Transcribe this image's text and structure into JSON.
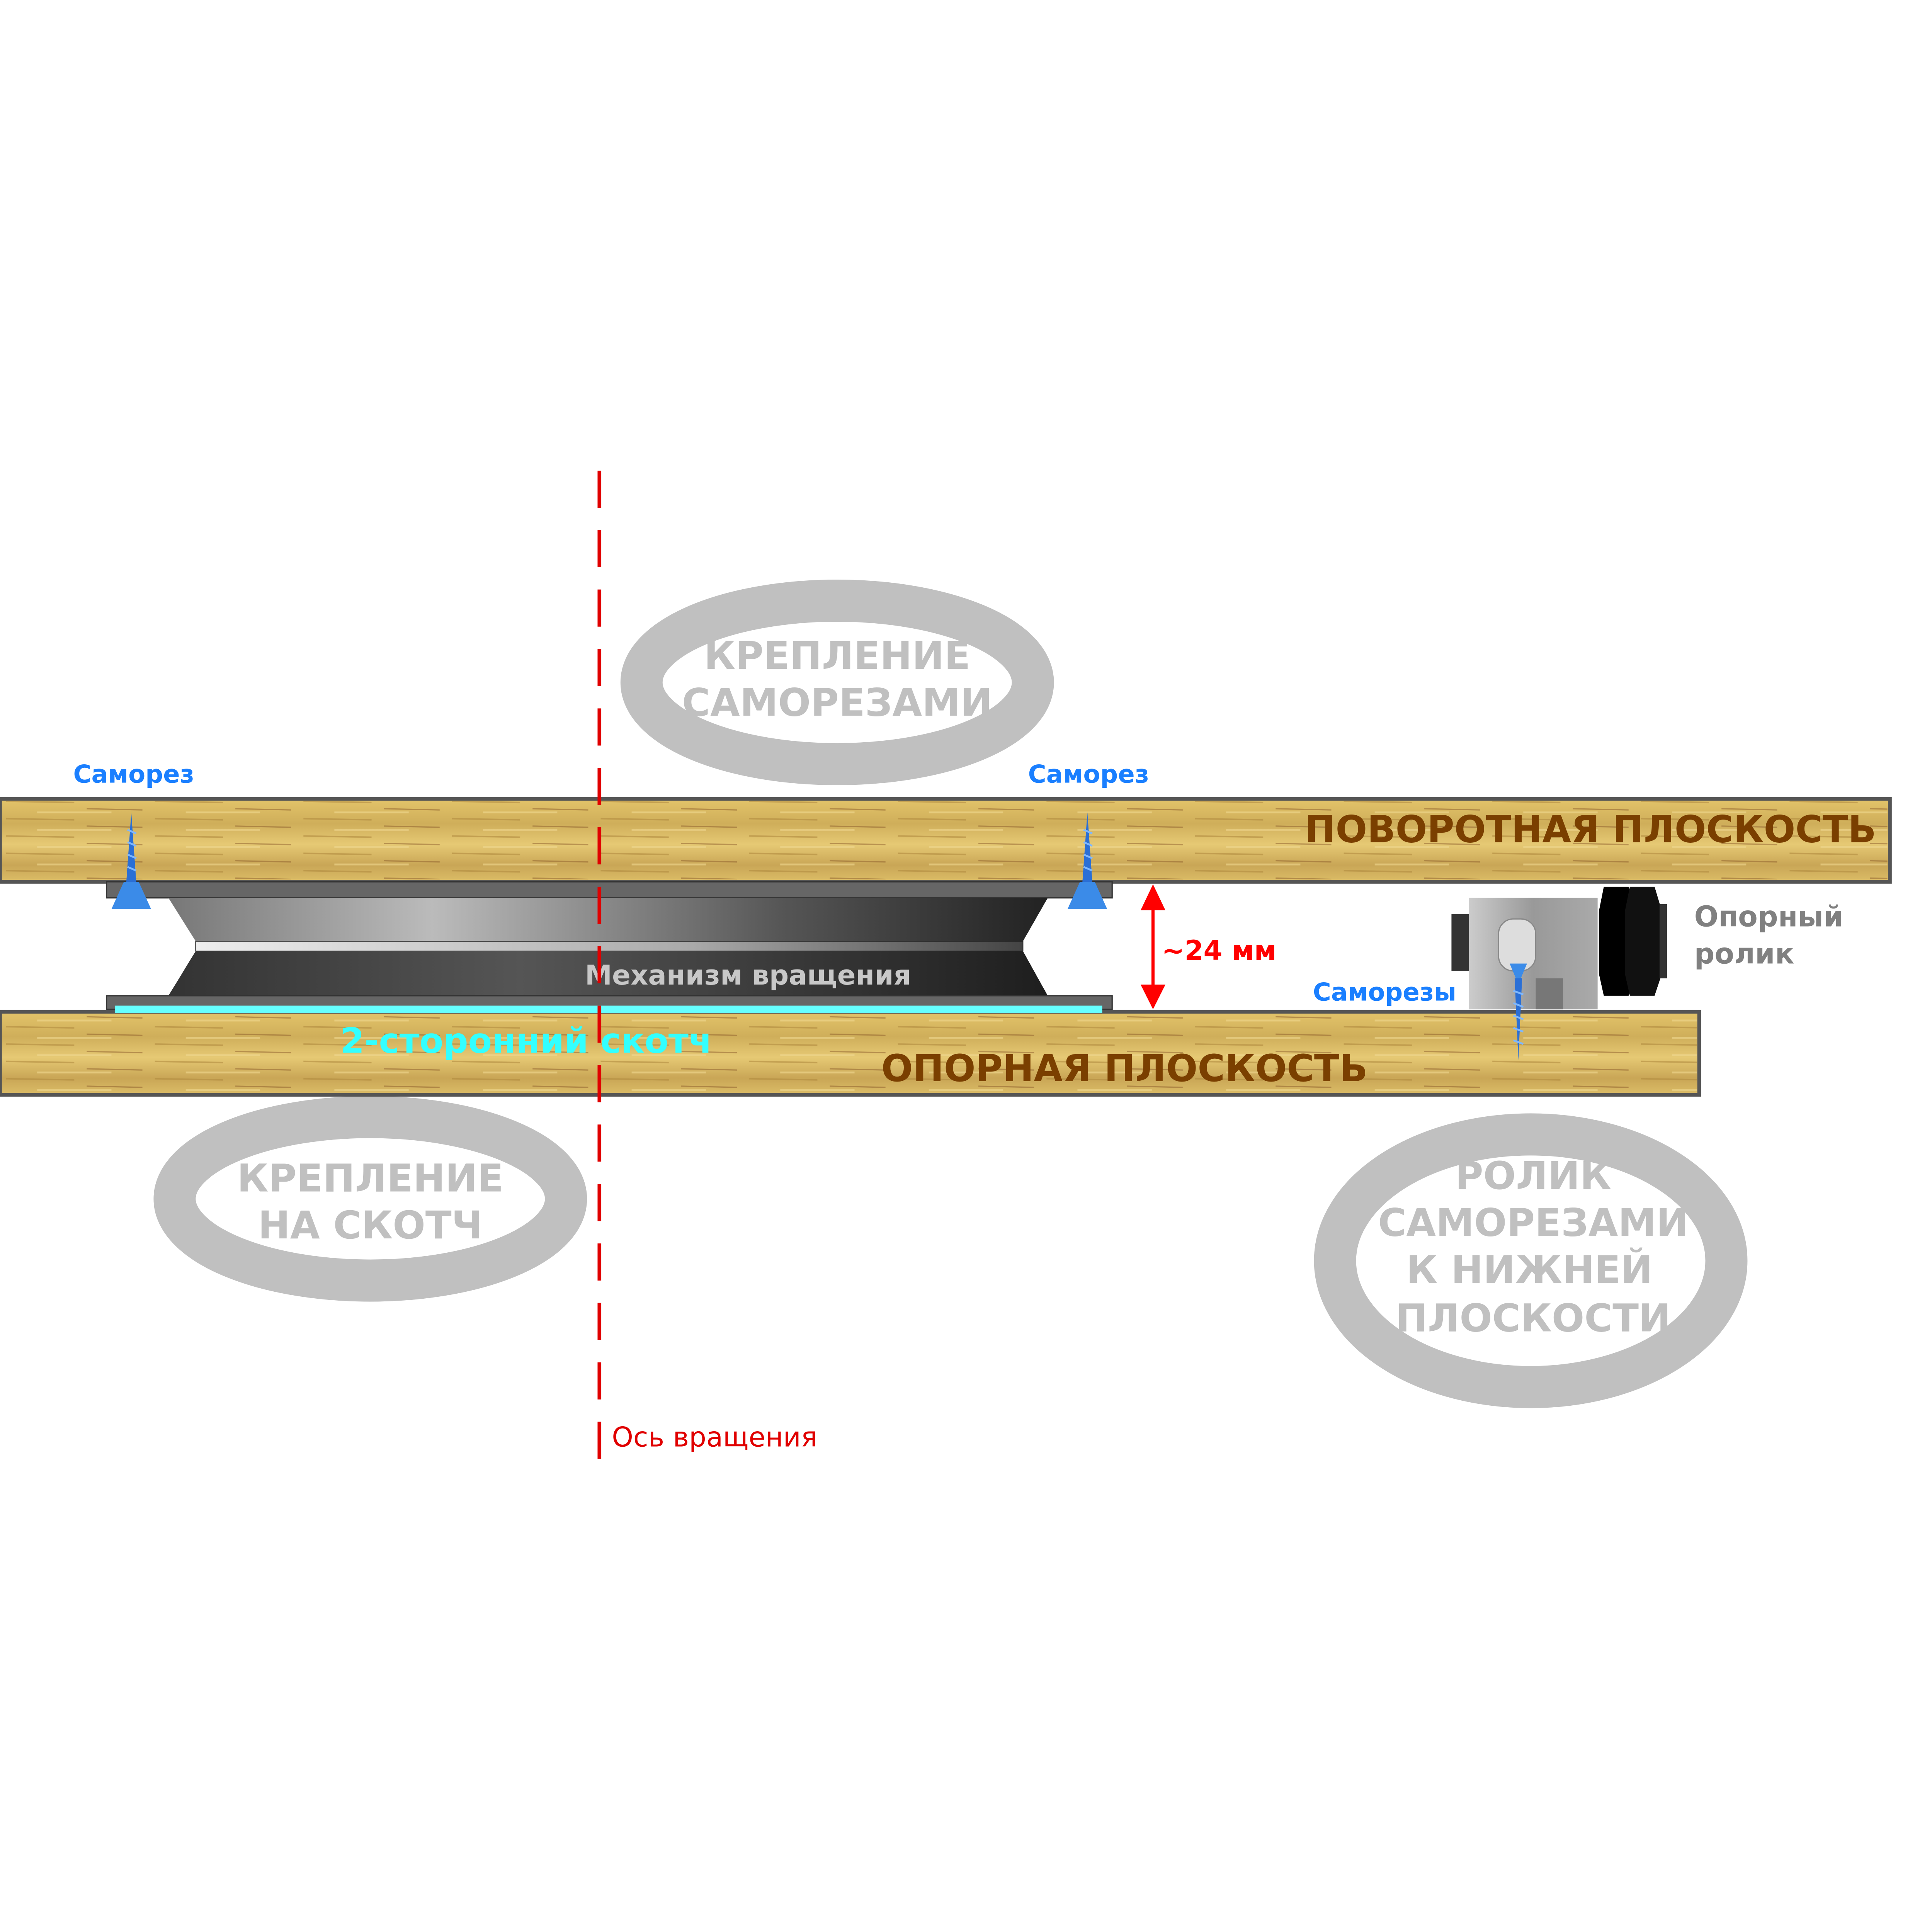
{
  "labels": {
    "screw_left": "Саморез",
    "screw_right": "Саморез",
    "rotating_plane": "ПОВОРОТНАЯ ПЛОСКОСТЬ",
    "support_plane": "ОПОРНАЯ ПЛОСКОСТЬ",
    "mechanism": "Механизм вращения",
    "tape": "2-сторонний скотч",
    "gap": "~24 мм",
    "screws_roller": "Саморезы",
    "roller_line1": "Опорный",
    "roller_line2": "ролик",
    "axis": "Ось вращения"
  },
  "callouts": {
    "screw_mount": [
      "КРЕПЛЕНИЕ",
      "САМОРЕЗАМИ"
    ],
    "tape_mount": [
      "КРЕПЛЕНИЕ",
      "НА СКОТЧ"
    ],
    "roller_mount": [
      "РОЛИК",
      "САМОРЕЗАМИ",
      "К НИЖНЕЙ",
      "ПЛОСКОСТИ"
    ]
  },
  "colors": {
    "screw_label": "#1a7fff",
    "plane_label": "#7a3f00",
    "tape": "#66ffff",
    "axis": "#e00000",
    "callout": "#c0c0c0",
    "wood": "#d9b55a"
  }
}
